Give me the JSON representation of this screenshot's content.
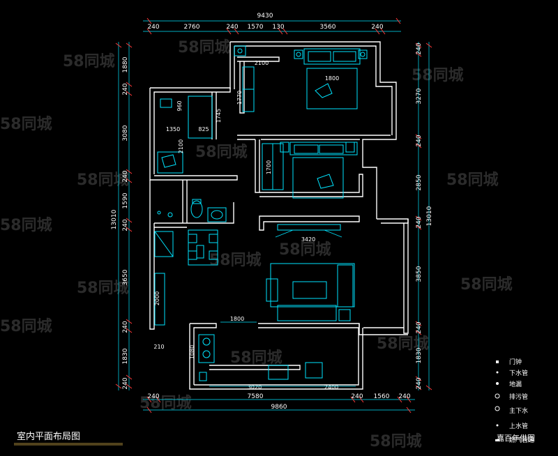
{
  "dimensions": {
    "top_total": "9430",
    "top_segments": [
      "240",
      "2760",
      "240",
      "1570",
      "130",
      "3560",
      "240"
    ],
    "bottom_segments": [
      "240",
      "7580",
      "240",
      "1560",
      "240"
    ],
    "bottom_total": "9860",
    "left_segments": [
      "1880",
      "240",
      "3080",
      "240",
      "1590",
      "240",
      "3650",
      "240",
      "1830",
      "240"
    ],
    "left_total": "13010",
    "right_segments": [
      "240",
      "3270",
      "240",
      "2850",
      "240",
      "3850",
      "240",
      "1830",
      "240"
    ],
    "right_total": "13010",
    "inner": [
      "2100",
      "1800",
      "1770",
      "960",
      "1745",
      "1350",
      "825",
      "2100",
      "1700",
      "3420",
      "1800",
      "210",
      "1080",
      "3020",
      "2400",
      "2000"
    ]
  },
  "legend": [
    "门钟",
    "下水管",
    "地漏",
    "排污管",
    "主下水",
    "上水管",
    "燃气管道"
  ],
  "title": "室内平面布局图",
  "brand": "嘉百年供图",
  "watermark": "58同城"
}
